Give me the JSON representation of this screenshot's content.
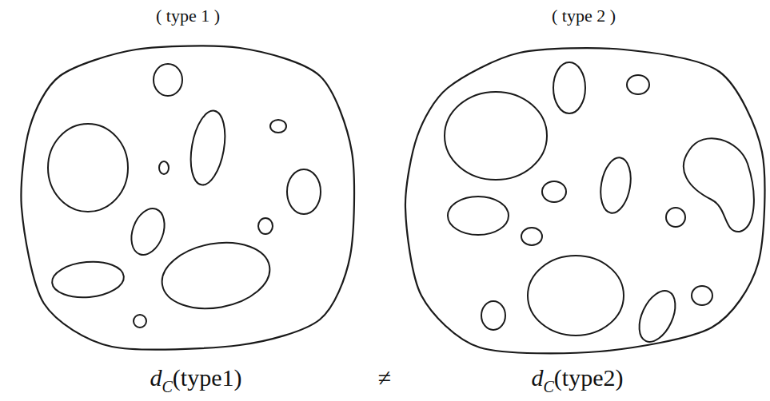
{
  "diagram": {
    "nodes": [
      {
        "text": [
          "( type 1 )"
        ]
      },
      {
        "text": [
          "( type 2 )"
        ]
      }
    ],
    "labels": [
      "d",
      "C",
      "(type1)",
      "≠",
      "d",
      "C",
      "(type2)"
    ]
  }
}
